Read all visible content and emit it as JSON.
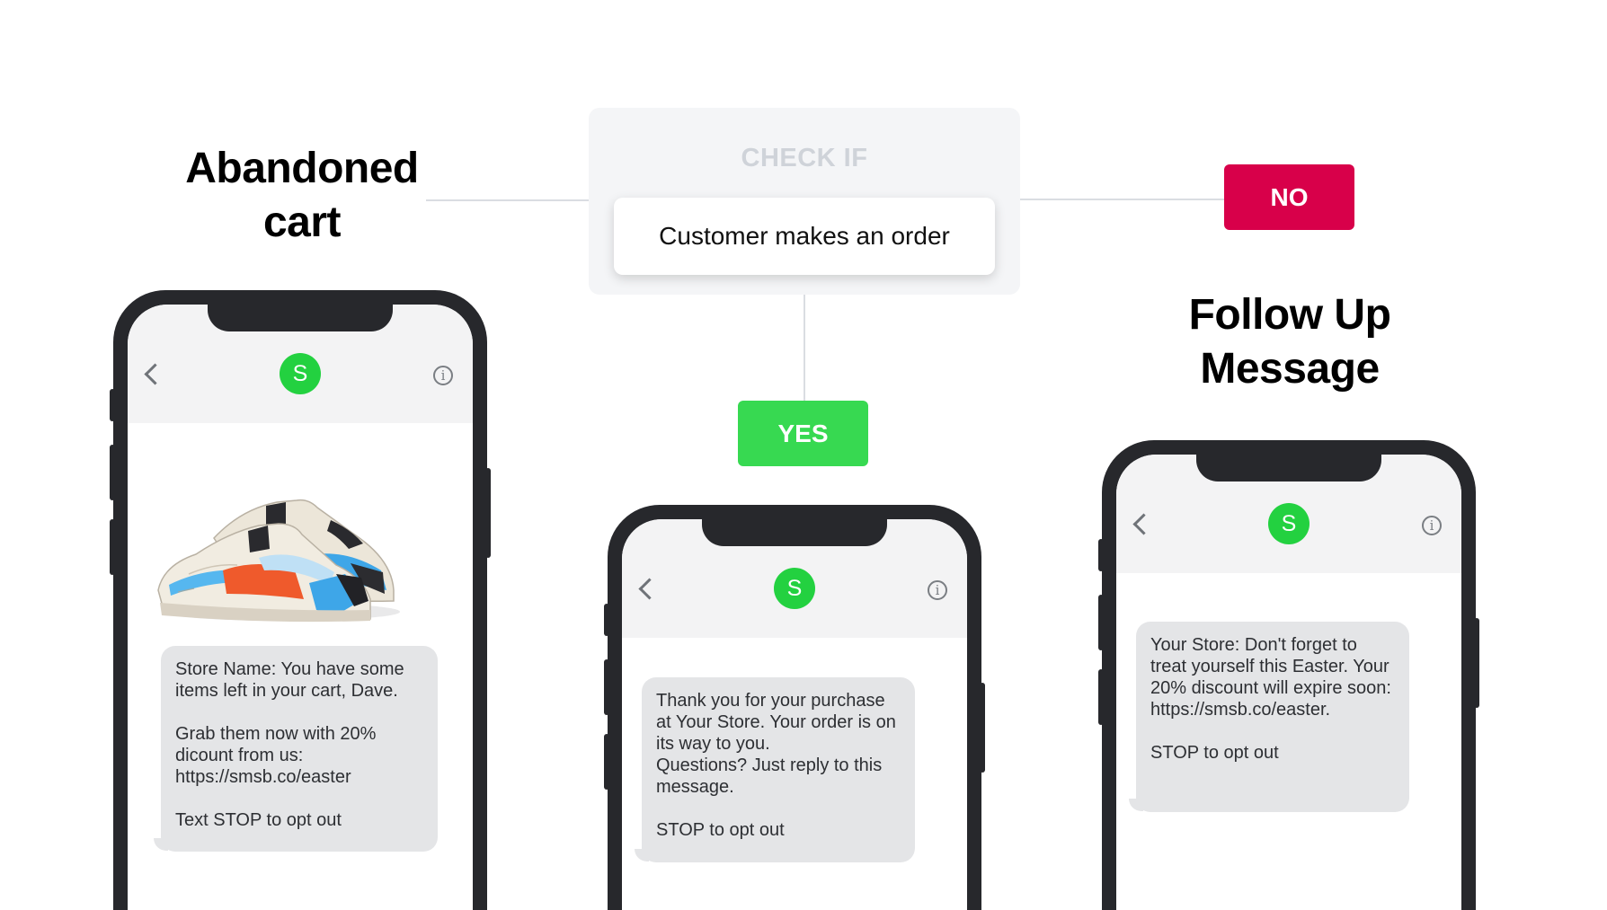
{
  "headings": {
    "abandoned_cart": "Abandoned\ncart",
    "follow_up": "Follow Up\nMessage"
  },
  "check": {
    "label": "CHECK IF",
    "condition": "Customer makes an order"
  },
  "badges": {
    "no": "NO",
    "yes": "YES"
  },
  "phones": {
    "left": {
      "avatar": "S",
      "message": "Store Name: You have some items left in your cart, Dave.\n\nGrab them now with 20% dicount from us: https://smsb.co/easter\n\nText STOP to opt out"
    },
    "middle": {
      "avatar": "S",
      "message": "Thank you for your purchase at Your Store. Your order is on its way to you.\nQuestions? Just reply to this message.\n\nSTOP to opt out"
    },
    "right": {
      "avatar": "S",
      "message": "Your Store: Don't forget to treat yourself this Easter. Your 20% discount will expire soon: https://smsb.co/easter.\n\nSTOP to opt out"
    }
  },
  "icons": {
    "back": "chevron-left-icon",
    "info": "info-icon",
    "info_glyph": "i"
  },
  "colors": {
    "no_badge": "#d8004a",
    "yes_badge": "#37d951",
    "avatar": "#23d140",
    "phone_frame": "#27282c"
  }
}
